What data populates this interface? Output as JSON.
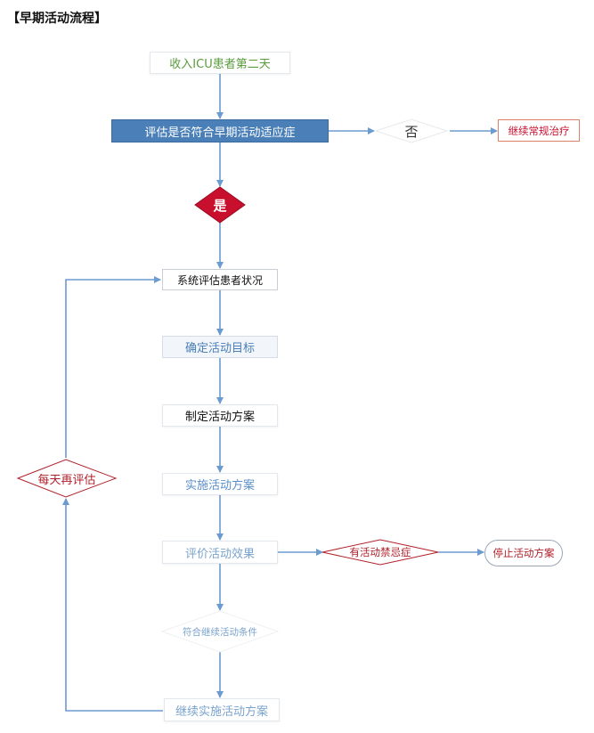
{
  "title": "【早期活动流程】",
  "nodes": {
    "admit": "收入ICU患者第二天",
    "assess": "评估是否符合早期活动适应症",
    "no": "否",
    "routine": "继续常规治疗",
    "yes": "是",
    "eval_status": "系统评估患者状况",
    "set_goal": "确定活动目标",
    "make_plan": "制定活动方案",
    "implement": "实施活动方案",
    "evaluate": "评价活动效果",
    "contra": "有活动禁忌症",
    "stop": "停止活动方案",
    "condition": "符合继续活动条件",
    "continue": "继续实施活动方案",
    "daily": "每天再评估"
  },
  "colors": {
    "arrow": "#6b9bcf",
    "accent_blue": "#4a7fb8",
    "red": "#c8102e",
    "dark_red": "#b0202a",
    "green": "#5a9a3c",
    "light_blue_text": "#7aa3cc"
  }
}
